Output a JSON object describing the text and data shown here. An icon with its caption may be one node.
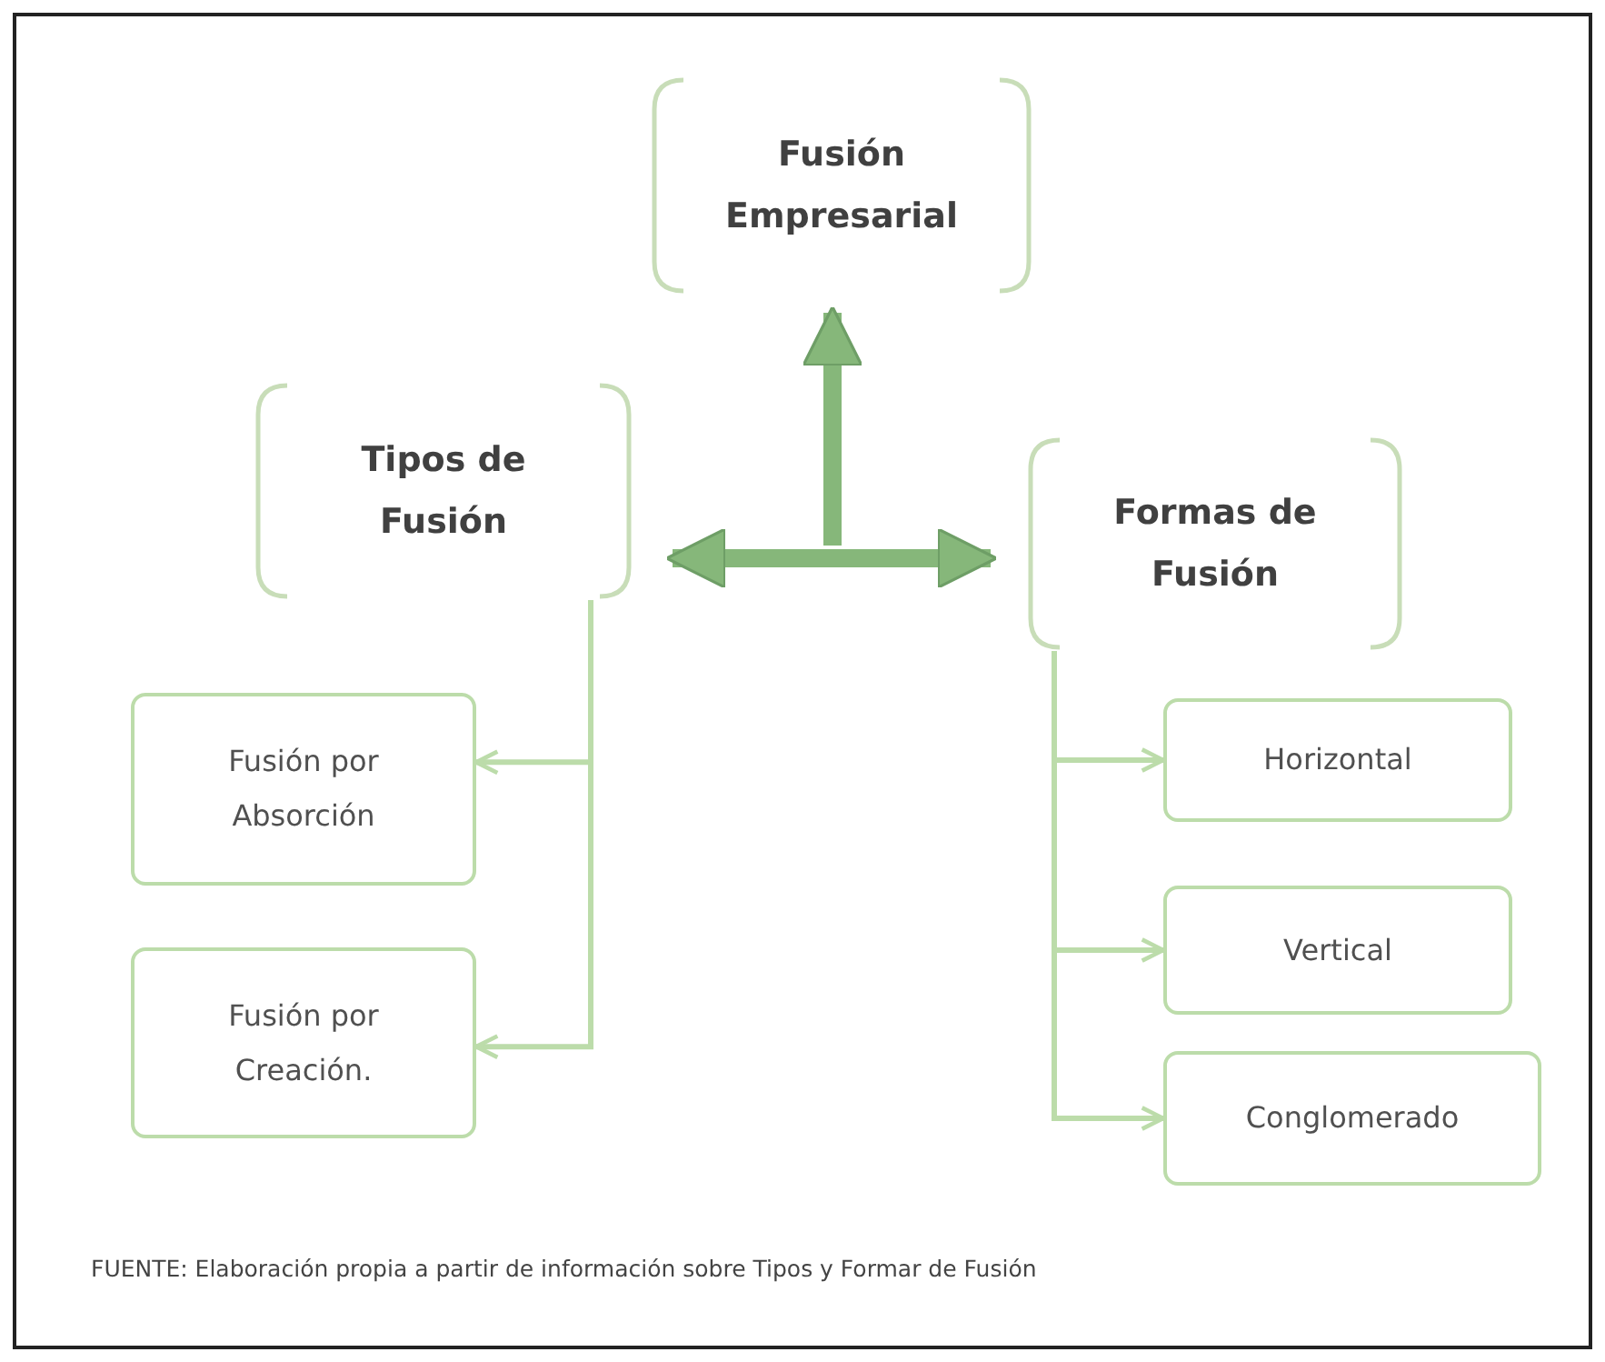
{
  "diagram": {
    "caption": "FUENTE: Elaboración propia a partir de información sobre Tipos y Formar de Fusión",
    "nodes": [
      {
        "text": [
          "Fusión Empresarial"
        ]
      },
      {
        "text": [
          "Tipos de Fusión"
        ]
      },
      {
        "text": [
          "Formas de Fusión"
        ]
      },
      {
        "text": [
          "Fusión por Absorción"
        ]
      },
      {
        "text": [
          "Fusión por Creación."
        ]
      },
      {
        "text": [
          "Horizontal"
        ]
      },
      {
        "text": [
          "Vertical"
        ]
      },
      {
        "text": [
          "Conglomerado"
        ]
      }
    ],
    "edges": [
      {
        "from": 1,
        "to": 2,
        "arrow": "both",
        "style": "thick"
      },
      {
        "from": null,
        "to": 0,
        "arrow": "to",
        "style": "thick"
      },
      {
        "from": 1,
        "to": 3,
        "arrow": "to"
      },
      {
        "from": 1,
        "to": 4,
        "arrow": "to"
      },
      {
        "from": 2,
        "to": 5,
        "arrow": "to"
      },
      {
        "from": 2,
        "to": 6,
        "arrow": "to"
      },
      {
        "from": 2,
        "to": 7,
        "arrow": "to"
      }
    ]
  }
}
